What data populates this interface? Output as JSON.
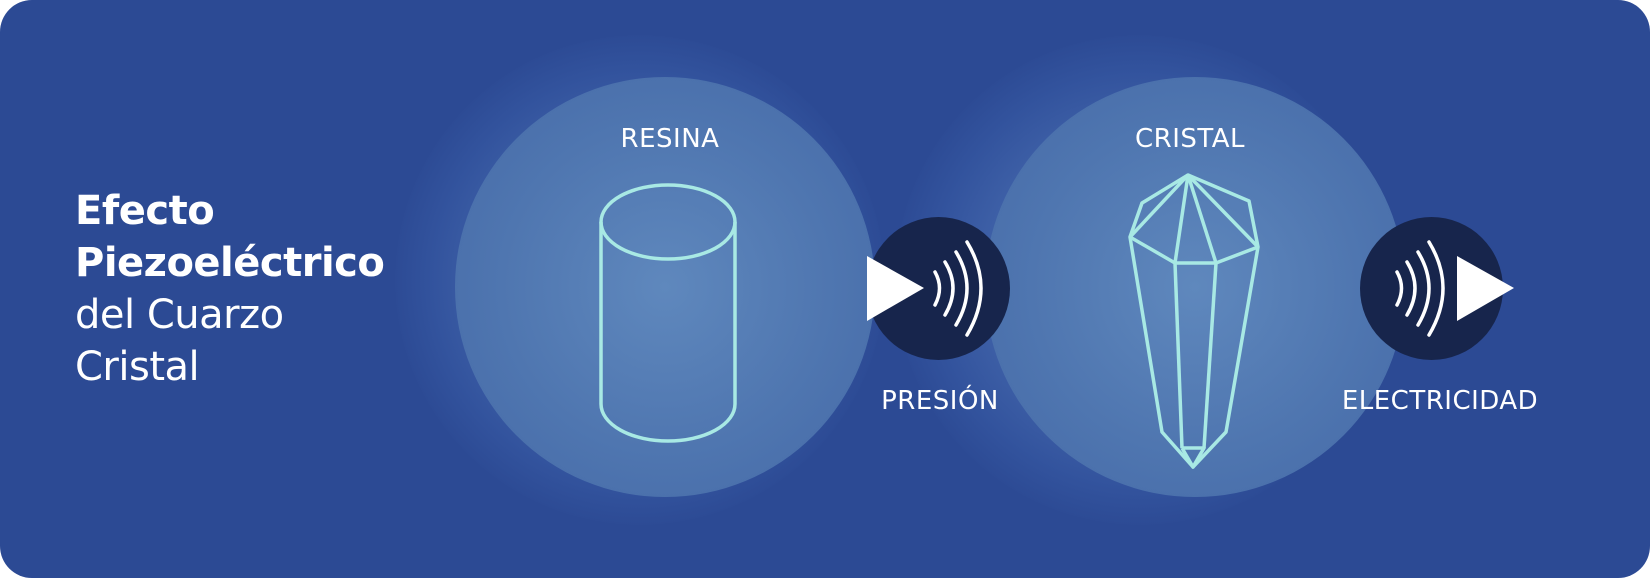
{
  "title": {
    "line1": "Efecto",
    "line2": "Piezoeléctrico",
    "line3": "del Cuarzo",
    "line4": "Cristal"
  },
  "stages": {
    "resin_label": "RESINA",
    "crystal_label": "CRISTAL",
    "pressure_label": "PRESIÓN",
    "electricity_label": "ELECTRICIDAD"
  },
  "icons": {
    "resin": "cylinder-icon",
    "crystal": "quartz-crystal-icon",
    "pressure": "play-waves-icon",
    "electricity": "waves-play-icon"
  },
  "colors": {
    "background": "#2c4a94",
    "disc": "#5f88bd",
    "badge": "#17254c",
    "outline": "#a8e9e4",
    "text": "#ffffff"
  }
}
